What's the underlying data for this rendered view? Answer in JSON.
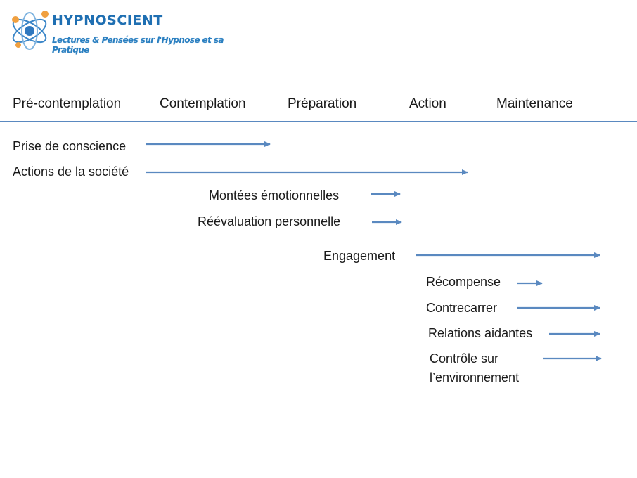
{
  "logo": {
    "brand": "HYPNOSCIENT",
    "tagline": "Lectures & Pensées sur l'Hypnose et sa Pratique"
  },
  "stages": [
    "Pré-contemplation",
    "Contemplation",
    "Préparation",
    "Action",
    "Maintenance"
  ],
  "processes": [
    "Prise de conscience",
    "Actions de la société",
    "Montées émotionnelles",
    "Réévaluation personnelle",
    "Engagement",
    "Récompense",
    "Contrecarrer",
    "Relations aidantes",
    "Contrôle sur",
    "l’environnement"
  ],
  "colors": {
    "arrow": "#5a89c0",
    "line": "#5a89c0",
    "brand": "#1f6fb2"
  }
}
